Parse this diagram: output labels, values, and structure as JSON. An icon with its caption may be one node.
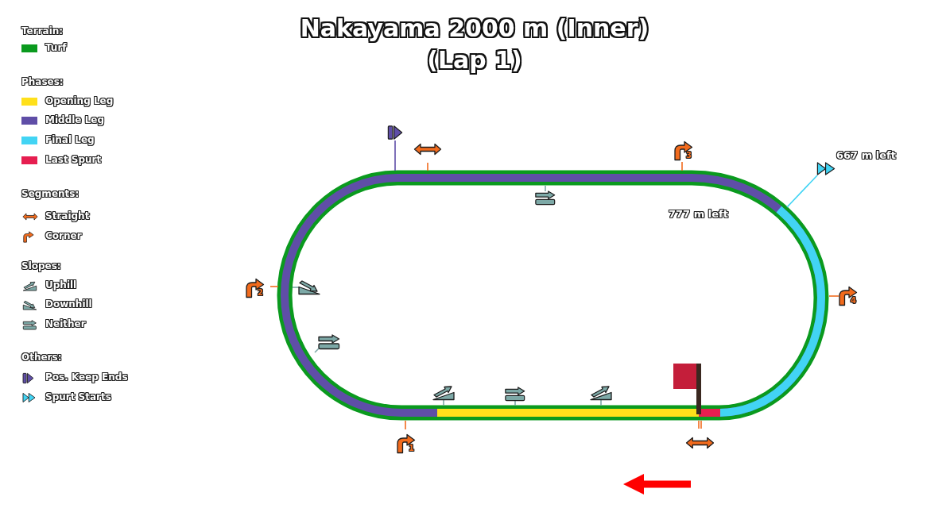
{
  "diagram": {
    "title": "Nakayama 2000 m (Inner) (Lap 1)",
    "labels": [
      "Terrain:",
      "Phases:",
      "Segments:",
      "Slopes:",
      "Others:",
      "3",
      "667 m left",
      "777 m left",
      "2",
      "4",
      "1"
    ],
    "legend": [
      {
        "text": "Turf",
        "color": "#0a9a1e"
      },
      {
        "text": "Opening Leg",
        "color": "#ffe01b"
      },
      {
        "text": "Middle Leg",
        "color": "#5f4ea7"
      },
      {
        "text": "Final Leg",
        "color": "#42d4f4"
      },
      {
        "text": "Last Spurt",
        "color": "#e61e50"
      },
      {
        "text": "Straight"
      },
      {
        "text": "Corner"
      },
      {
        "text": "Uphill"
      },
      {
        "text": "Downhill"
      },
      {
        "text": "Neither"
      },
      {
        "text": "Pos. Keep Ends"
      },
      {
        "text": "Spurt Starts"
      }
    ]
  }
}
